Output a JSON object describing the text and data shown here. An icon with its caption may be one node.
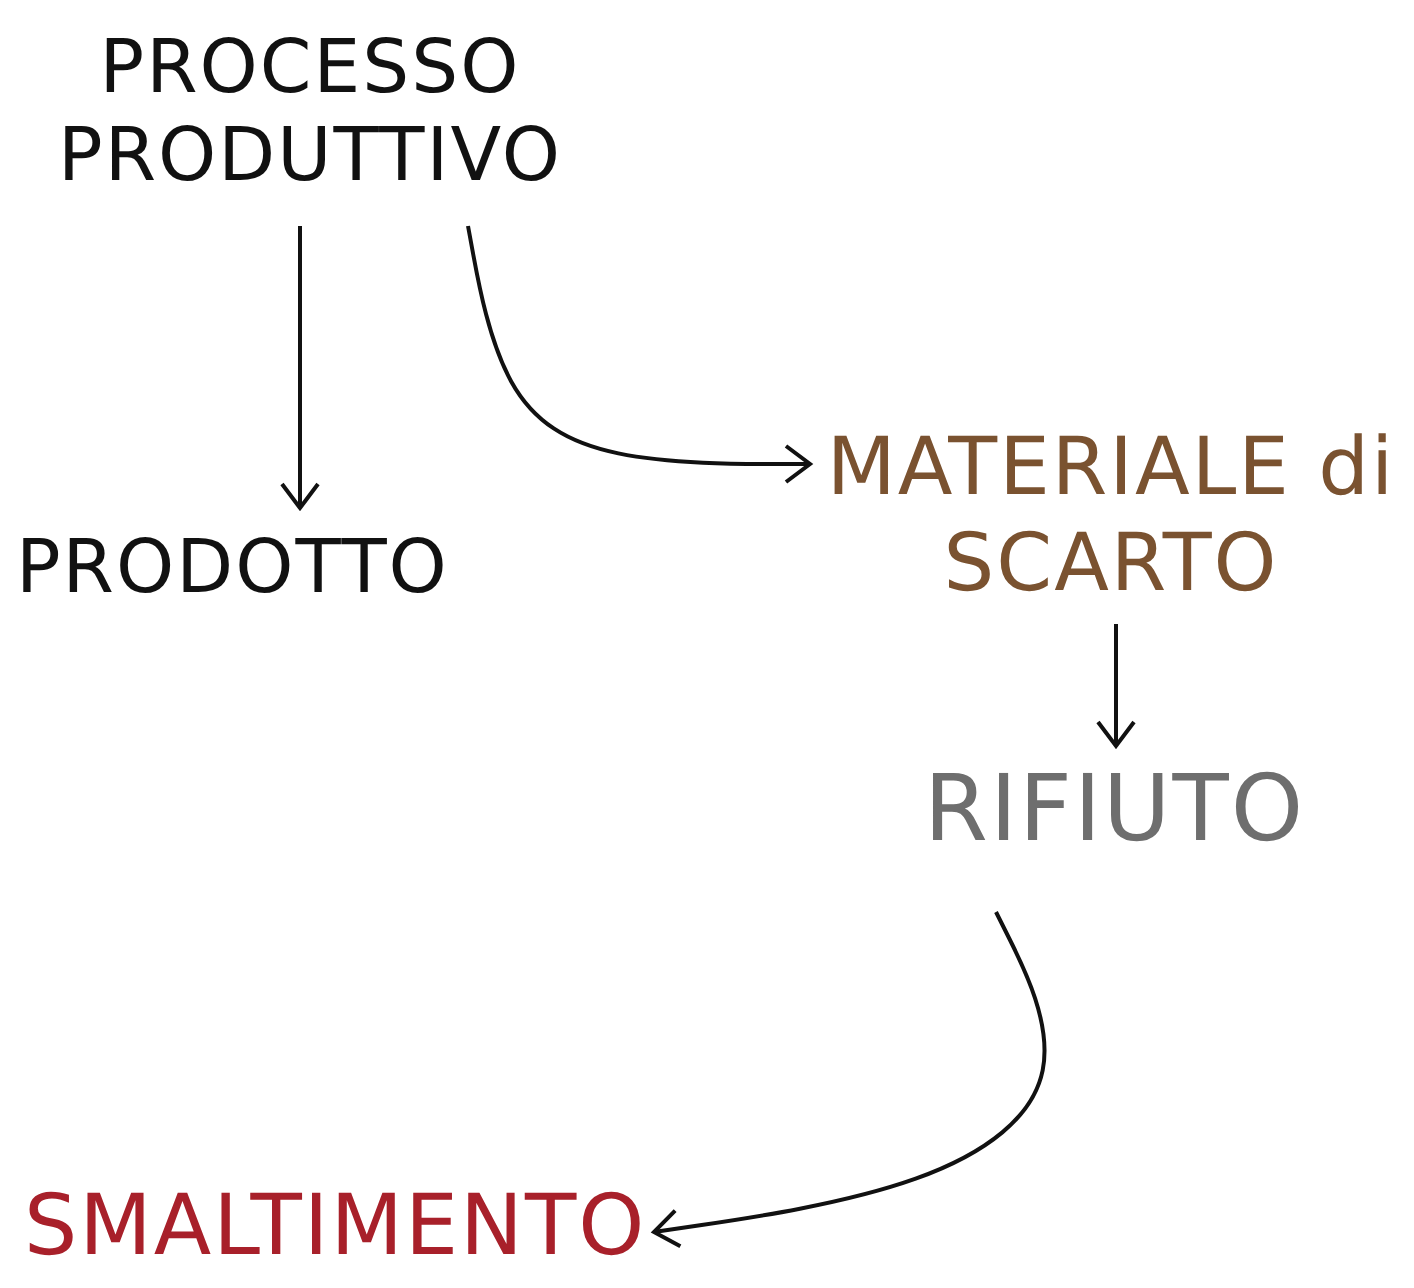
{
  "diagram": {
    "nodes": [
      {
        "text": [
          "PROCESSO PRODUTTIVO"
        ]
      },
      {
        "text": [
          "PRODOTTO"
        ]
      },
      {
        "text": [
          "MATERIALE di SCARTO"
        ]
      },
      {
        "text": [
          "RIFIUTO"
        ]
      },
      {
        "text": [
          "SMALTIMENTO"
        ]
      }
    ],
    "edges": [
      {
        "from": 0,
        "to": 1,
        "arrow": "to"
      },
      {
        "from": 0,
        "to": 2,
        "arrow": "to"
      },
      {
        "from": 2,
        "to": 3,
        "arrow": "to"
      },
      {
        "from": 3,
        "to": 4,
        "arrow": "to"
      }
    ]
  }
}
